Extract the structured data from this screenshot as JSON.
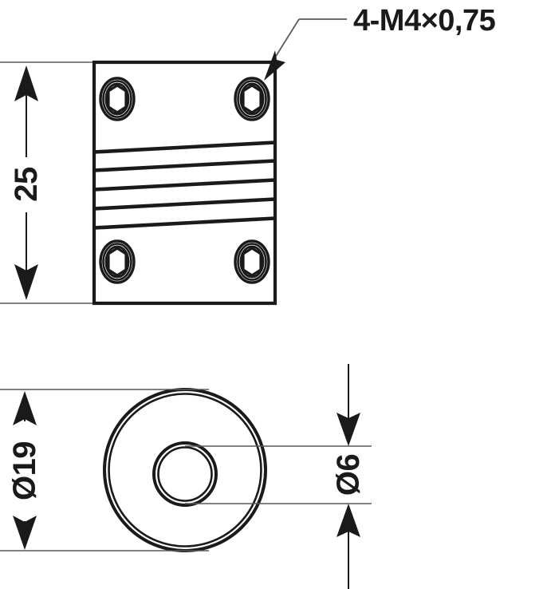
{
  "drawing": {
    "title": "flexible-shaft-coupling-technical-drawing",
    "background_color": "#ffffff",
    "line_color": "#1a1a1a",
    "thin_line_color": "#595959",
    "views": [
      {
        "name": "front-elevation-view",
        "description": "helical cut flexible coupling body with four hex socket set screws"
      },
      {
        "name": "end-circular-view",
        "description": "end face showing outer body diameter and central bore"
      }
    ],
    "annotations": {
      "thread_note": "4-M4×0,75",
      "length_dimension": "25",
      "outer_diameter_dimension": "Ø19",
      "bore_diameter_dimension": "Ø6"
    },
    "set_screws": {
      "count": 4,
      "label": "hex-socket-set-screw"
    },
    "helical_cuts": {
      "count": 5,
      "label": "helical-cut-slot"
    }
  }
}
